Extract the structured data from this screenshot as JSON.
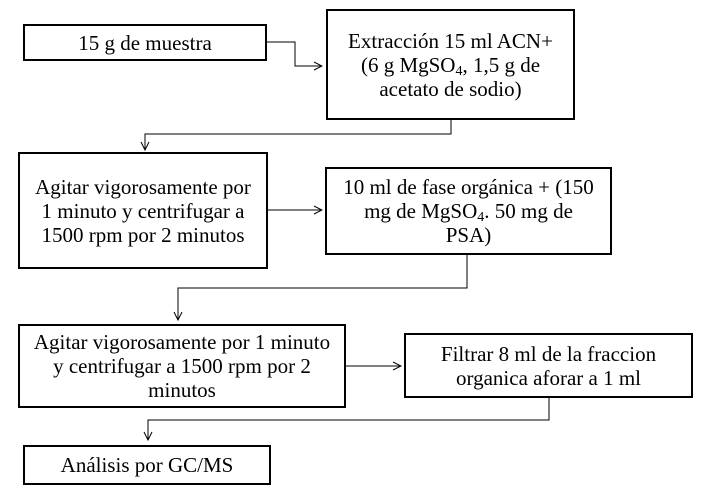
{
  "boxes": {
    "b1": {
      "text": "15 g de muestra"
    },
    "b2": {
      "pre": "Extracción 15 ml ACN+ (6 g MgSO",
      "sub": "4",
      "post": ", 1,5 g de acetato de sodio)"
    },
    "b3": {
      "text": "Agitar vigorosamente por 1 minuto y centrifugar a 1500 rpm por 2 minutos"
    },
    "b4": {
      "pre": "10 ml de fase orgánica + (150 mg de MgSO",
      "sub": "4",
      "post": ". 50 mg de PSA)"
    },
    "b5": {
      "text": "Agitar vigorosamente por 1 minuto y centrifugar a 1500 rpm por 2 minutos"
    },
    "b6": {
      "text": "Filtrar 8 ml de la fraccion organica aforar a 1 ml"
    },
    "b7": {
      "text": "Análisis por GC/MS"
    }
  }
}
